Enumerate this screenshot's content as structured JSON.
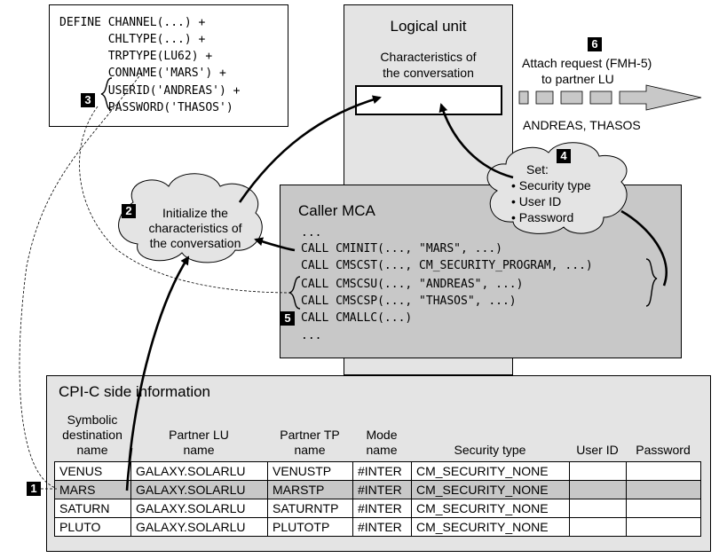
{
  "define_box": {
    "lines": [
      "DEFINE CHANNEL(...) +",
      "       CHLTYPE(...) +",
      "       TRPTYPE(LU62) +",
      "       CONNAME('MARS') +",
      "       USERID('ANDREAS') +",
      "       PASSWORD('THASOS')"
    ]
  },
  "logical_unit": {
    "title": "Logical unit",
    "characteristics_label_1": "Characteristics of",
    "characteristics_label_2": "the conversation"
  },
  "attach": {
    "line_1": "Attach request (FMH-5)",
    "line_2": "to partner LU",
    "credentials": "ANDREAS, THASOS"
  },
  "caller_mca": {
    "title": "Caller MCA",
    "code": [
      "...",
      "CALL CMINIT(..., \"MARS\", ...)",
      "CALL CMSCST(..., CM_SECURITY_PROGRAM, ...)",
      "CALL CMSCSU(..., \"ANDREAS\", ...)",
      "CALL CMSCSP(..., \"THASOS\", ...)",
      "CALL CMALLC(...)",
      "..."
    ]
  },
  "cloud_init": {
    "line_1": "Initialize the",
    "line_2": "characteristics of",
    "line_3": "the conversation"
  },
  "cloud_set": {
    "title": "Set:",
    "items": [
      "• Security type",
      "• User ID",
      "• Password"
    ]
  },
  "steps": [
    "1",
    "2",
    "3",
    "4",
    "5",
    "6"
  ],
  "side_info": {
    "title": "CPI-C side information",
    "headers": {
      "symbolic_1": "Symbolic",
      "symbolic_2": "destination",
      "symbolic_3": "name",
      "lu_1": "Partner LU",
      "lu_2": "name",
      "tp_1": "Partner TP",
      "tp_2": "name",
      "mode_1": "Mode",
      "mode_2": "name",
      "security": "Security type",
      "userid": "User ID",
      "password": "Password"
    },
    "rows": [
      {
        "dest": "VENUS",
        "lu": "GALAXY.SOLARLU",
        "tp": "VENUSTP",
        "mode": "#INTER",
        "sec": "CM_SECURITY_NONE",
        "uid": "",
        "pwd": ""
      },
      {
        "dest": "MARS",
        "lu": "GALAXY.SOLARLU",
        "tp": "MARSTP",
        "mode": "#INTER",
        "sec": "CM_SECURITY_NONE",
        "uid": "",
        "pwd": ""
      },
      {
        "dest": "SATURN",
        "lu": "GALAXY.SOLARLU",
        "tp": "SATURNTP",
        "mode": "#INTER",
        "sec": "CM_SECURITY_NONE",
        "uid": "",
        "pwd": ""
      },
      {
        "dest": "PLUTO",
        "lu": "GALAXY.SOLARLU",
        "tp": "PLUTOTP",
        "mode": "#INTER",
        "sec": "CM_SECURITY_NONE",
        "uid": "",
        "pwd": ""
      }
    ]
  }
}
